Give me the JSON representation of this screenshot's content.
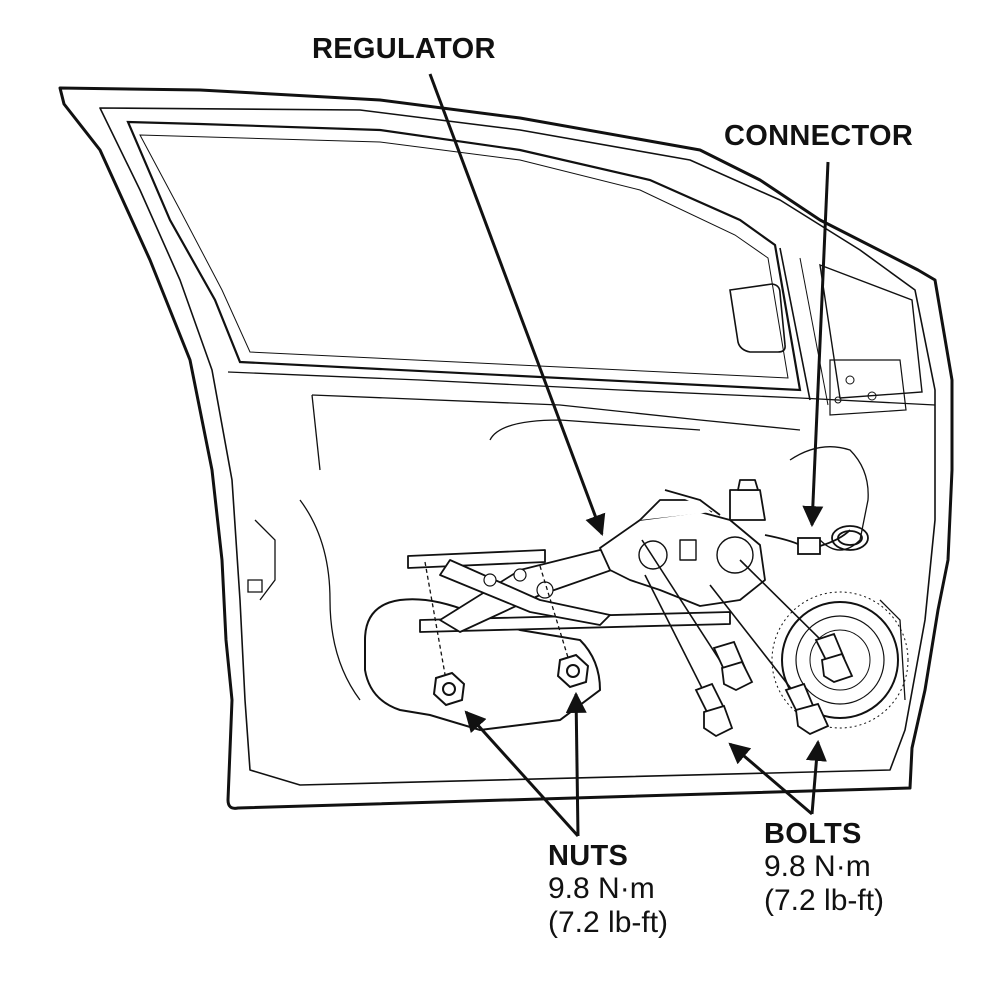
{
  "labels": {
    "regulator": "REGULATOR",
    "connector": "CONNECTOR",
    "nuts": {
      "title": "NUTS",
      "torque_metric": "9.8 N·m",
      "torque_imperial": "(7.2 lb-ft)"
    },
    "bolts": {
      "title": "BOLTS",
      "torque_metric": "9.8 N·m",
      "torque_imperial": "(7.2 lb-ft)"
    }
  },
  "colors": {
    "line": "#111111",
    "background": "#ffffff"
  }
}
